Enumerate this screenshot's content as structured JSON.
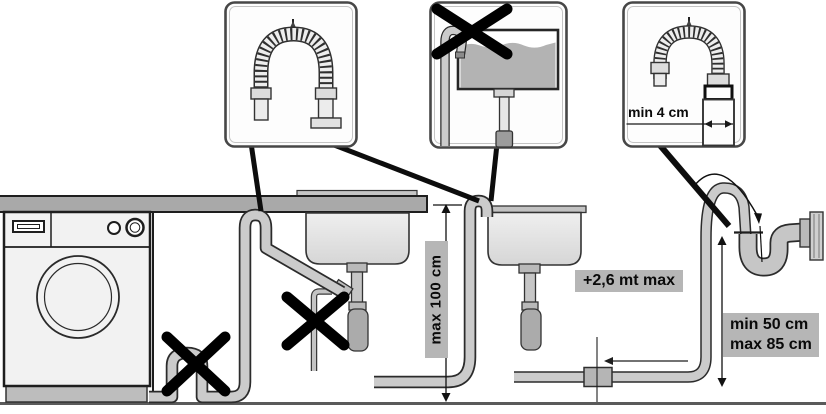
{
  "labels": {
    "min_insertion": "min 4 cm",
    "max_hose_height": "max 100 cm",
    "extension_max": "+2,6 mt max",
    "standpipe_min_height": "min 50 cm",
    "standpipe_max_height": "max 85 cm"
  },
  "icons": {
    "wrong_mark": "✕",
    "hook_detail": "ribbed-hose-arch",
    "submerged_end_detail": "hose-in-full-tank-crossed",
    "standpipe_detail": "ribbed-hose-in-standpipe"
  },
  "colors": {
    "label_background": "#b6b6b6",
    "counter_gray": "#a9a9a9",
    "hose_gray": "#cbcbcb",
    "water_gray": "#b3b3b3",
    "outline_dark": "#2b2b2b",
    "x_mark": "#000000"
  }
}
